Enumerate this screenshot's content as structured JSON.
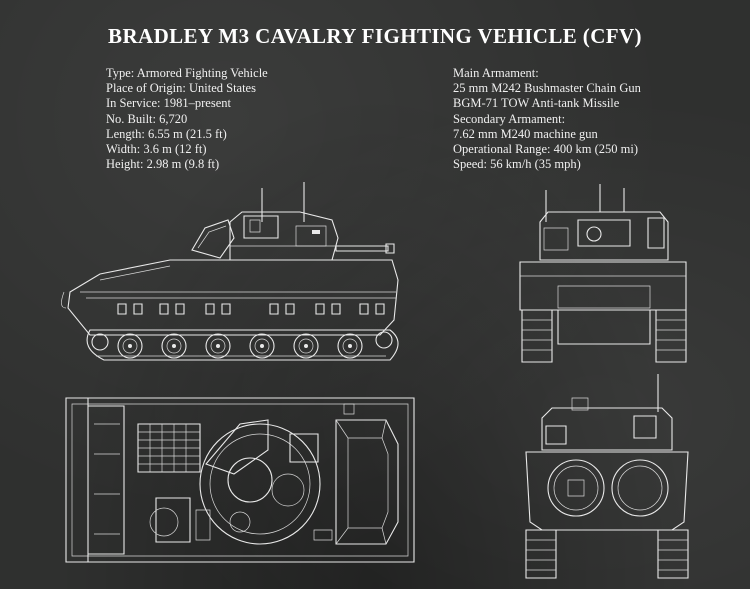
{
  "title": "BRADLEY M3 CAVALRY FIGHTING VEHICLE (CFV)",
  "specs_left": [
    "Type: Armored Fighting Vehicle",
    "Place of Origin: United States",
    "In Service: 1981–present",
    "No. Built: 6,720",
    "Length:  6.55 m (21.5 ft)",
    "Width: 3.6 m (12 ft)",
    "Height: 2.98 m (9.8 ft)"
  ],
  "specs_right": [
    "Main Armament:",
    "25 mm M242 Bushmaster Chain Gun",
    "BGM-71 TOW Anti-tank Missile",
    "Secondary Armament:",
    "7.62 mm M240 machine gun",
    "Operational Range: 400 km (250 mi)",
    "Speed: 56 km/h (35 mph)"
  ],
  "colors": {
    "background": "#2f302f",
    "line": "#e9e9e9",
    "text": "#f0f0f0"
  }
}
